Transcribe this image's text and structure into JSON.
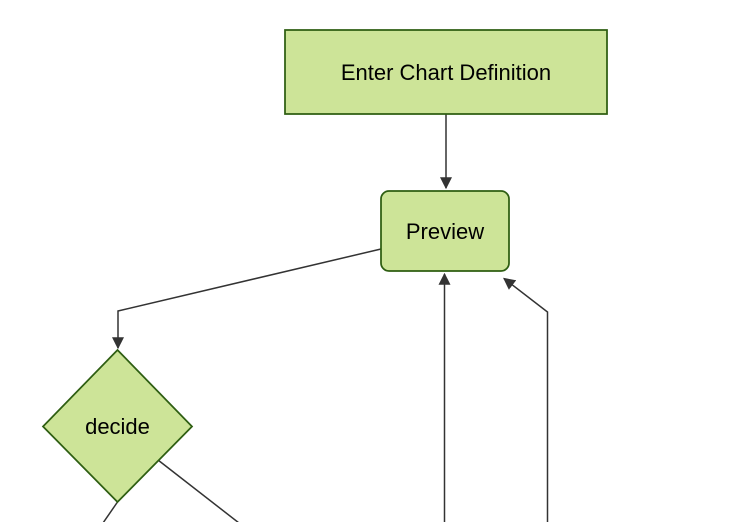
{
  "theme": {
    "background": "#ffffff",
    "node_fill": "#cde498",
    "node_border": "#2e5e12",
    "edge_color": "#333333",
    "text_color": "#000000"
  },
  "diagram": {
    "type": "flowchart",
    "direction": "top-down",
    "nodes": [
      {
        "id": "enter-chart-definition",
        "label": "Enter Chart Definition",
        "shape": "rectangle"
      },
      {
        "id": "preview",
        "label": "Preview",
        "shape": "rounded-rectangle"
      },
      {
        "id": "decide",
        "label": "decide",
        "shape": "diamond"
      }
    ],
    "edges": [
      {
        "from": "enter-chart-definition",
        "to": "preview",
        "arrowhead": true
      },
      {
        "from": "preview",
        "to": "decide",
        "arrowhead": true
      },
      {
        "from": "offscreen-bottom",
        "to": "preview",
        "arrowhead": true
      },
      {
        "from": "offscreen-bottom-right",
        "to": "preview",
        "arrowhead": true
      },
      {
        "from": "decide",
        "to": "offscreen-bottom-left",
        "arrowhead": false
      },
      {
        "from": "decide",
        "to": "offscreen-bottom-right",
        "arrowhead": false
      }
    ]
  }
}
